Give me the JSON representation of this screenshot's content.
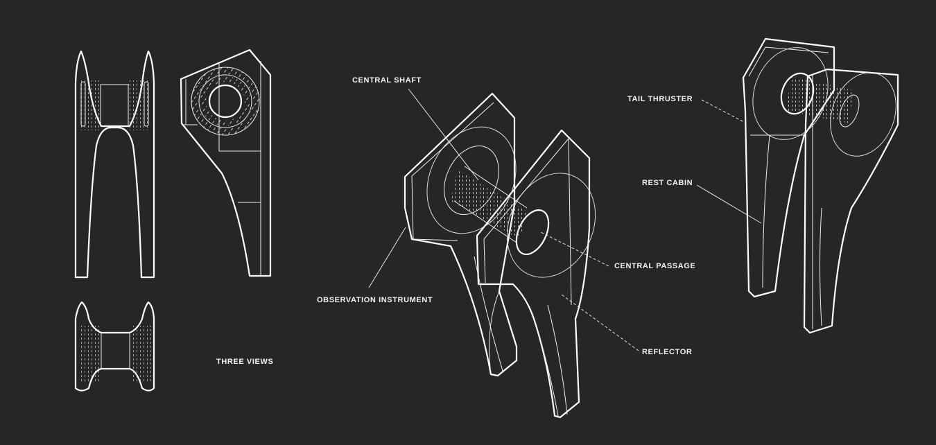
{
  "diagram": {
    "background_color": "#262626",
    "line_color": "#ffffff",
    "subject": "twin-hull spacecraft line drawing",
    "panels": [
      {
        "id": "front-view",
        "type": "orthographic"
      },
      {
        "id": "side-view",
        "type": "orthographic"
      },
      {
        "id": "top-view",
        "type": "orthographic"
      },
      {
        "id": "isometric-main",
        "type": "perspective"
      },
      {
        "id": "isometric-rear",
        "type": "perspective"
      }
    ]
  },
  "labels": {
    "three_views": "THREE VIEWS",
    "central_shaft": "CENTRAL SHAFT",
    "observation_instrument": "OBSERVATION INSTRUMENT",
    "central_passage": "CENTRAL PASSAGE",
    "reflector": "REFLECTOR",
    "tail_thruster": "TAIL THRUSTER",
    "rest_cabin": "REST CABIN"
  }
}
